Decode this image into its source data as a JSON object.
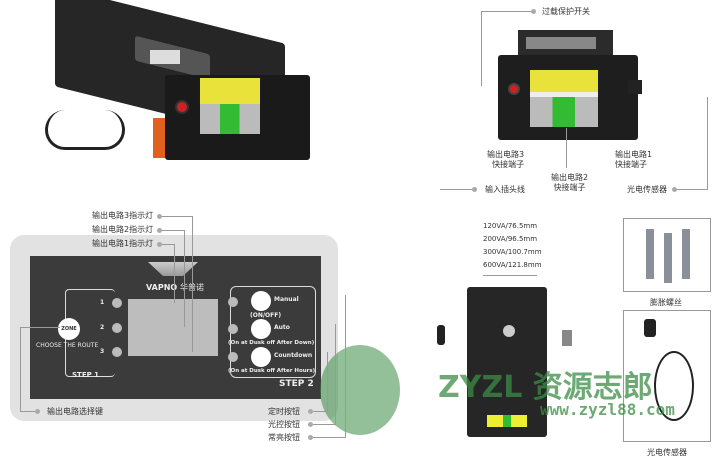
{
  "top_right_labels": {
    "overload_switch": "过载保护开关",
    "out3_terminal": [
      "输出电路3",
      "快接端子"
    ],
    "out2_terminal": [
      "输出电路2",
      "快接端子"
    ],
    "out1_terminal": [
      "输出电路1",
      "快接端子"
    ],
    "input_plug": "输入插头线",
    "photo_sensor": "光电传感器"
  },
  "panel": {
    "indicator_labels": [
      "输出电路3指示灯",
      "输出电路2指示灯",
      "输出电路1指示灯"
    ],
    "brand": "VAPNO",
    "brand_cn": "华普诺",
    "zone_button": "ZONE",
    "choose_route": "CHOOSE THE ROUTE",
    "route_numbers": [
      "1",
      "2",
      "3"
    ],
    "step1": "STEP 1",
    "step2": "STEP 2",
    "modes": [
      {
        "name": "Manual",
        "desc": "(ON/OFF)"
      },
      {
        "name": "Auto",
        "desc": "(On at Dusk off After Down)"
      },
      {
        "name": "Countdown",
        "desc": "(On at Dusk off After Hours)"
      }
    ],
    "route_select_label": "输出电路选择键",
    "timer_button_label": "定时按钮",
    "light_control_label": "光控按钮",
    "always_on_label": "常亮按钮"
  },
  "dimensions": [
    "120VA/76.5mm",
    "200VA/96.5mm",
    "300VA/100.7mm",
    "600VA/121.8mm"
  ],
  "accessories": {
    "screws": "膨胀螺丝",
    "sensor": "光电传感器"
  },
  "watermark": {
    "text": "ZYZL 资源志郎",
    "url": "www.zyzl88.com"
  }
}
